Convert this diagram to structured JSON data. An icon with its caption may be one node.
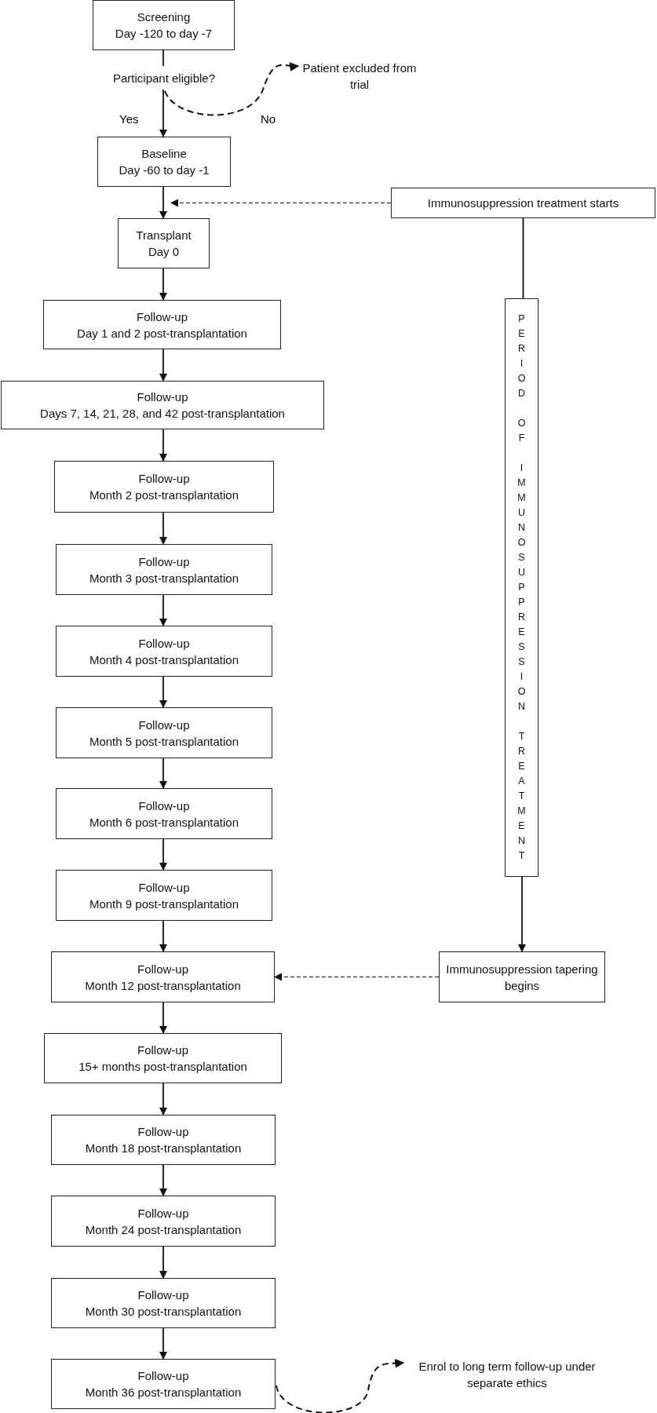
{
  "diagram": {
    "nodes": [
      {
        "text": [
          "Screening",
          "Day -120 to day -7"
        ]
      },
      {
        "text": [
          "Participant eligible?"
        ]
      },
      {
        "text": [
          "Patient excluded from trial"
        ]
      },
      {
        "text": [
          "Baseline",
          "Day -60 to day -1"
        ]
      },
      {
        "text": [
          "Transplant",
          "Day 0"
        ]
      },
      {
        "text": [
          "Immunosuppression treatment starts"
        ]
      },
      {
        "text": [
          "Follow-up",
          "Day 1 and 2 post-transplantation"
        ]
      },
      {
        "text": [
          "Follow-up",
          "Days 7, 14, 21, 28, and 42 post-transplantation"
        ]
      },
      {
        "text": [
          "Follow-up",
          "Month 2 post-transplantation"
        ]
      },
      {
        "text": [
          "Follow-up",
          "Month 3 post-transplantation"
        ]
      },
      {
        "text": [
          "Follow-up",
          "Month 4 post-transplantation"
        ]
      },
      {
        "text": [
          "Follow-up",
          "Month 5 post-transplantation"
        ]
      },
      {
        "text": [
          "Follow-up",
          "Month 6 post-transplantation"
        ]
      },
      {
        "text": [
          "Follow-up",
          "Month 9 post-transplantation"
        ]
      },
      {
        "text": [
          "Follow-up",
          "Month 12 post-transplantation"
        ]
      },
      {
        "text": [
          "Immunosuppression tapering begins"
        ]
      },
      {
        "text": [
          "PERIOD OF IMMUNOSUPPRESSION TREATMENT"
        ]
      },
      {
        "text": [
          "Follow-up",
          "15+ months post-transplantation"
        ]
      },
      {
        "text": [
          "Follow-up",
          "Month 18 post-transplantation"
        ]
      },
      {
        "text": [
          "Follow-up",
          "Month 24 post-transplantation"
        ]
      },
      {
        "text": [
          "Follow-up",
          "Month 30 post-transplantation"
        ]
      },
      {
        "text": [
          "Follow-up",
          "Month 36 post-transplantation"
        ]
      },
      {
        "text": [
          "Enrol to long term follow-up under separate ethics"
        ]
      }
    ],
    "edges": [
      {
        "from": 0,
        "to": 1,
        "arrow": "none"
      },
      {
        "from": 1,
        "to": 3,
        "arrow": "to",
        "label": "Yes"
      },
      {
        "from": 1,
        "to": 2,
        "arrow": "to",
        "label": "No",
        "style": "dashed"
      },
      {
        "from": 3,
        "to": 4,
        "arrow": "to"
      },
      {
        "from": 5,
        "to": 4,
        "arrow": "to",
        "style": "dashed"
      },
      {
        "from": 4,
        "to": 6,
        "arrow": "to"
      },
      {
        "from": 6,
        "to": 7,
        "arrow": "to"
      },
      {
        "from": 7,
        "to": 8,
        "arrow": "to"
      },
      {
        "from": 8,
        "to": 9,
        "arrow": "to"
      },
      {
        "from": 9,
        "to": 10,
        "arrow": "to"
      },
      {
        "from": 10,
        "to": 11,
        "arrow": "to"
      },
      {
        "from": 11,
        "to": 12,
        "arrow": "to"
      },
      {
        "from": 12,
        "to": 13,
        "arrow": "to"
      },
      {
        "from": 13,
        "to": 14,
        "arrow": "to"
      },
      {
        "from": 5,
        "to": 16,
        "arrow": "none"
      },
      {
        "from": 16,
        "to": 15,
        "arrow": "to"
      },
      {
        "from": 15,
        "to": 14,
        "arrow": "to",
        "style": "dashed"
      },
      {
        "from": 14,
        "to": 17,
        "arrow": "to"
      },
      {
        "from": 17,
        "to": 18,
        "arrow": "to"
      },
      {
        "from": 18,
        "to": 19,
        "arrow": "to"
      },
      {
        "from": 19,
        "to": 20,
        "arrow": "to"
      },
      {
        "from": 20,
        "to": 21,
        "arrow": "to"
      },
      {
        "from": 21,
        "to": 22,
        "arrow": "to",
        "style": "dashed"
      }
    ]
  }
}
